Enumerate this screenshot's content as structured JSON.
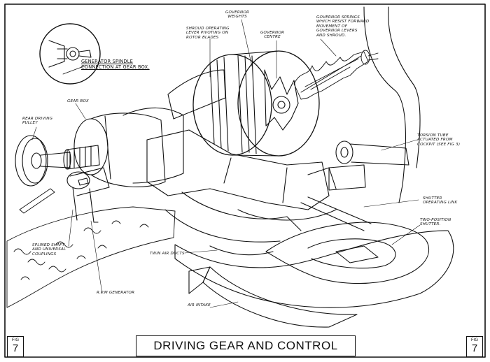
{
  "title": "DRIVING GEAR AND CONTROL",
  "fig_left": {
    "word": "FIG",
    "number": "7"
  },
  "fig_right": {
    "word": "FIG",
    "number": "7"
  },
  "labels": {
    "governor_weights": "GOVERNOR\nWEIGHTS",
    "shroud_lever": "SHROUD OPERATING\nLEVER PIVOTING ON\nROTOR BLADES",
    "governor_centre": "GOVERNOR\nCENTRE",
    "governor_springs": "GOVERNOR SPRINGS\nWHICH RESIST FORWARD\nMOVEMENT OF\nGOVERNOR LEVERS\nAND SHROUD.",
    "generator_spindle": "GENERATOR SPINDLE\nCONNECTION AT GEAR BOX.",
    "gear_box": "GEAR BOX",
    "rear_pulley": "REAR DRIVING\nPULLEY",
    "torsion_tube": "TORSION TUBE\nACTUATED FROM\nCOCKPIT (SEE FIG 3)",
    "shutter_link": "SHUTTER\nOPERATING LINK",
    "two_position_shutter": "TWO-POSITION\nSHUTTER.",
    "splined_shaft": "SPLINED SHAFT\nAND UNIVERSAL\nCOUPLINGS",
    "twin_air_ducts": "TWIN AIR DUCTS",
    "rpm_generator": "R.P.M GENERATOR",
    "air_intake": "AIR INTAKE"
  }
}
